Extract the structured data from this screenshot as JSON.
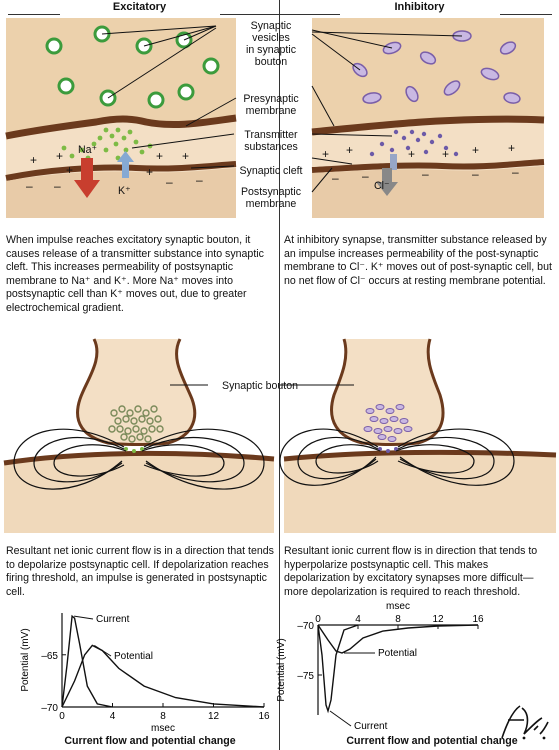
{
  "headers": {
    "left": "Excitatory",
    "right": "Inhibitory"
  },
  "top_labels": {
    "vesicles": [
      "Synaptic",
      "vesicles",
      "in synaptic",
      "bouton"
    ],
    "presynaptic": [
      "Presynaptic",
      "membrane"
    ],
    "transmitter": [
      "Transmitter",
      "substances"
    ],
    "cleft": "Synaptic cleft",
    "postsynaptic": [
      "Postsynaptic",
      "membrane"
    ]
  },
  "ions": {
    "na": "Na⁺",
    "k": "K⁺",
    "cl": "Cl⁻"
  },
  "paragraphs": {
    "excitatory_top": "When impulse reaches excitatory synaptic bouton, it causes release of a transmitter substance into synaptic cleft. This increases permeability of postsynaptic membrane to Na⁺ and K⁺. More Na⁺ moves into postsynaptic cell than K⁺ moves out, due to greater electrochemical gradient.",
    "inhibitory_top": "At inhibitory synapse, transmitter substance released by an impulse increases permeability of the post-synaptic membrane to Cl⁻. K⁺ moves out of post-synaptic cell, but no net flow of Cl⁻ occurs at resting membrane potential.",
    "excitatory_mid": "Resultant net ionic current flow is in a direction that tends to depolarize postsynaptic cell. If depolarization reaches firing threshold, an impulse is generated in postsynaptic cell.",
    "inhibitory_mid": "Resultant ionic current flow is in direction that tends to hyperpolarize postsynaptic cell. This makes depolarization by excitatory synapses more difficult—more depolarization is required to reach threshold."
  },
  "bouton_label": "Synaptic bouton",
  "signature": "F. Netter M.D.",
  "chart_data": [
    {
      "type": "line",
      "title": "Current flow and potential change",
      "xlabel": "msec",
      "ylabel": "Potential (mV)",
      "xticks": [
        "0",
        "4",
        "8",
        "12",
        "16"
      ],
      "yticks": [
        "–65",
        "–70"
      ],
      "xlim": [
        0,
        16
      ],
      "ylim": [
        -70,
        -61
      ],
      "series": [
        {
          "name": "Current",
          "x": [
            0,
            0.4,
            0.8,
            1.0,
            1.4,
            2.0,
            2.8,
            4.0
          ],
          "y": [
            -70,
            -66,
            -61.3,
            -61.5,
            -64,
            -68,
            -69.7,
            -70
          ]
        },
        {
          "name": "Potential",
          "x": [
            0,
            1.0,
            1.8,
            2.4,
            3.2,
            4.5,
            6.5,
            9,
            12,
            16
          ],
          "y": [
            -70,
            -67.5,
            -65,
            -64.1,
            -64.6,
            -66.3,
            -68,
            -69.1,
            -69.7,
            -70
          ]
        }
      ]
    },
    {
      "type": "line",
      "title": "Current flow and potential change",
      "xlabel": "msec",
      "ylabel": "Potential (mV)",
      "xticks": [
        "0",
        "4",
        "8",
        "12",
        "16"
      ],
      "yticks": [
        "–70",
        "–75"
      ],
      "xlim": [
        0,
        16
      ],
      "ylim": [
        -79,
        -70
      ],
      "series": [
        {
          "name": "Current",
          "x": [
            0,
            0.4,
            0.8,
            1.0,
            1.3,
            1.8,
            2.6,
            4.0
          ],
          "y": [
            -70,
            -73,
            -78,
            -78.6,
            -77.5,
            -73,
            -70.5,
            -70
          ]
        },
        {
          "name": "Potential",
          "x": [
            0,
            1.0,
            1.8,
            2.4,
            3.2,
            4.5,
            6.5,
            9,
            12,
            16
          ],
          "y": [
            -70,
            -71.5,
            -72.6,
            -72.8,
            -72.4,
            -71.3,
            -70.6,
            -70.3,
            -70.1,
            -70
          ]
        }
      ]
    }
  ]
}
